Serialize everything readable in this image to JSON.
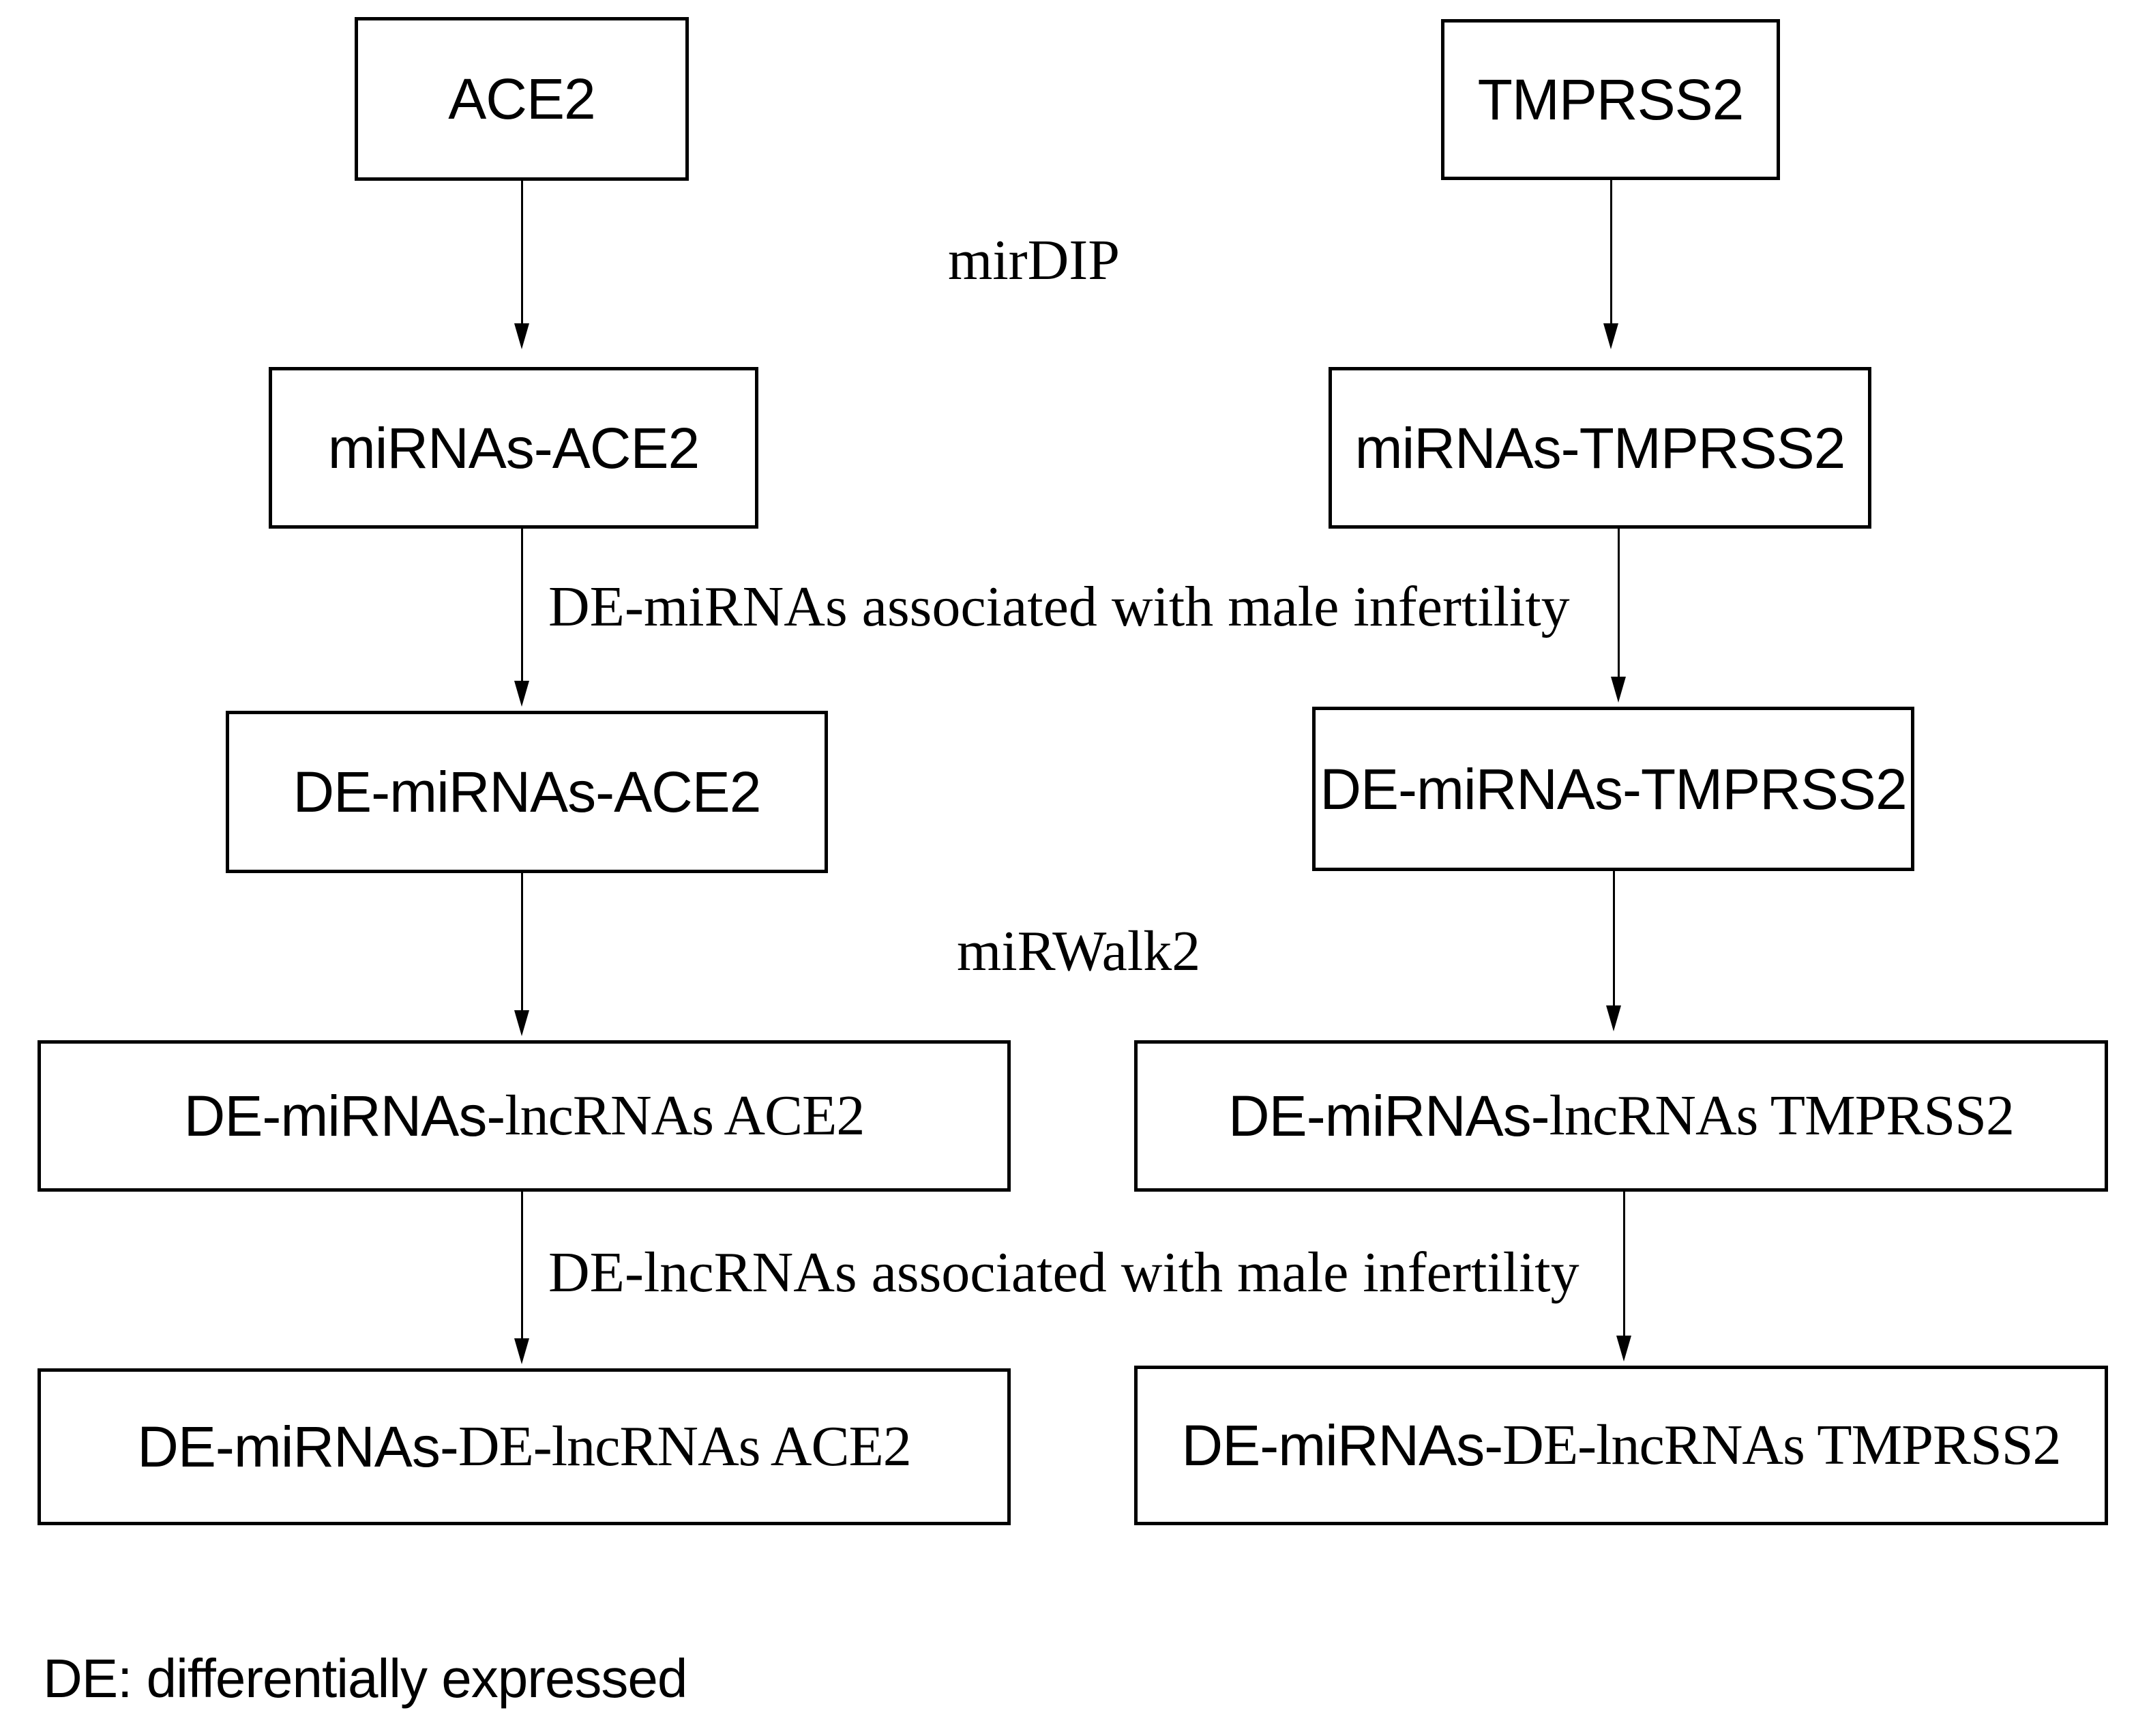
{
  "diagram": {
    "background_color": "#ffffff",
    "line_color": "#000000",
    "boxes": [
      {
        "name": "ace2",
        "parts": [
          {
            "text": "ACE2",
            "style": "sans"
          }
        ]
      },
      {
        "name": "tmprss2",
        "parts": [
          {
            "text": "TMPRSS2",
            "style": "sans"
          }
        ]
      },
      {
        "name": "mirnas-ace2",
        "parts": [
          {
            "text": "miRNAs-ACE2",
            "style": "sans"
          }
        ]
      },
      {
        "name": "mirnas-tmprss2",
        "parts": [
          {
            "text": "miRNAs-TMPRSS2",
            "style": "sans"
          }
        ]
      },
      {
        "name": "de-mirnas-ace2",
        "parts": [
          {
            "text": "DE-miRNAs-ACE2",
            "style": "sans"
          }
        ]
      },
      {
        "name": "de-mirnas-tmprss2",
        "parts": [
          {
            "text": "DE-miRNAs-TMPRSS2",
            "style": "sans"
          }
        ]
      },
      {
        "name": "de-mirnas-lncrnas-ace2",
        "parts": [
          {
            "text": "DE-miRNAs-",
            "style": "sans"
          },
          {
            "text": "lncRNAs ACE2",
            "style": "serif"
          }
        ]
      },
      {
        "name": "de-mirnas-lncrnas-tmprss2",
        "parts": [
          {
            "text": "DE-miRNAs-",
            "style": "sans"
          },
          {
            "text": "lncRNAs TMPRSS2",
            "style": "serif"
          }
        ]
      },
      {
        "name": "de-mirnas-de-lncrnas-ace2",
        "parts": [
          {
            "text": "DE-miRNAs-",
            "style": "sans"
          },
          {
            "text": "DE-lncRNAs ACE2",
            "style": "serif"
          }
        ]
      },
      {
        "name": "de-mirnas-de-lncrnas-tmprss2",
        "parts": [
          {
            "text": "DE-miRNAs-",
            "style": "sans"
          },
          {
            "text": "DE-lncRNAs TMPRSS2",
            "style": "serif"
          }
        ]
      }
    ],
    "annotations": [
      {
        "name": "mirdip",
        "text": "mirDIP"
      },
      {
        "name": "de-mirnas-male-infertility",
        "text": "DE-miRNAs associated with male infertility"
      },
      {
        "name": "mirwalk2",
        "text": "miRWalk2"
      },
      {
        "name": "de-lncrnas-male-infertility",
        "text": "DE-lncRNAs associated with male infertility"
      }
    ],
    "footnote": "DE: differentially expressed"
  }
}
